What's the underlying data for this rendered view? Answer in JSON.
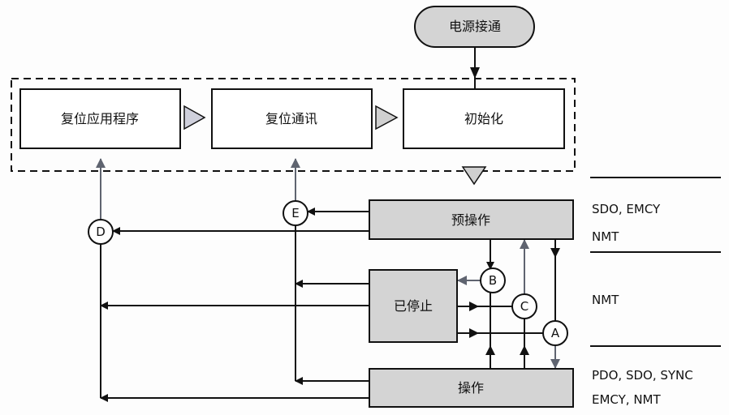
{
  "power_on": "电源接通",
  "init_group": {
    "boxes": [
      "复位应用程序",
      "复位通讯",
      "初始化"
    ]
  },
  "states": {
    "pre_operational": "预操作",
    "stopped": "已停止",
    "operational": "操作"
  },
  "transitions": [
    "A",
    "B",
    "C",
    "D",
    "E"
  ],
  "services": {
    "pre_operational": [
      "SDO, EMCY",
      "NMT"
    ],
    "stopped": [
      "NMT"
    ],
    "operational": [
      "PDO, SDO, SYNC",
      "EMCY, NMT"
    ]
  },
  "colors": {
    "state_fill": "#d4d4d4",
    "grey_arrow": "#5f6470",
    "line": "#111111"
  }
}
